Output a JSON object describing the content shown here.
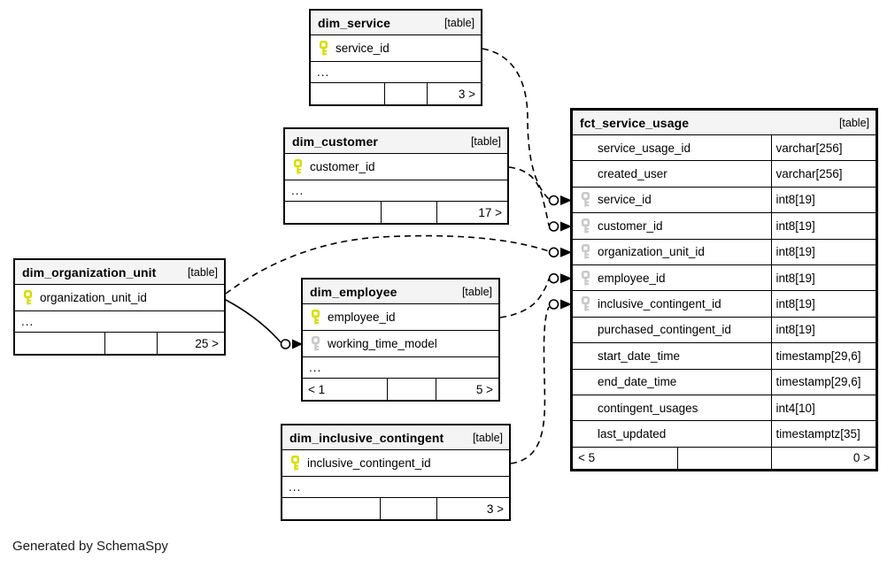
{
  "diagram": {
    "footer_note": "Generated by SchemaSpy",
    "colors": {
      "primary_key": "#d6de00",
      "foreign_key": "#c8c8c8",
      "header_bg": "#f4f4f4",
      "border": "#000000",
      "background": "#ffffff"
    },
    "tables": [
      {
        "id": "dim_service",
        "name": "dim_service",
        "badge": "[table]",
        "columns": [
          {
            "name": "service_id",
            "key": "primary"
          }
        ],
        "more": "...",
        "footer": {
          "left": "",
          "middle": "",
          "right": "3 >"
        }
      },
      {
        "id": "dim_customer",
        "name": "dim_customer",
        "badge": "[table]",
        "columns": [
          {
            "name": "customer_id",
            "key": "primary"
          }
        ],
        "more": "...",
        "footer": {
          "left": "",
          "middle": "",
          "right": "17 >"
        }
      },
      {
        "id": "dim_organization_unit",
        "name": "dim_organization_unit",
        "badge": "[table]",
        "columns": [
          {
            "name": "organization_unit_id",
            "key": "primary"
          }
        ],
        "more": "...",
        "footer": {
          "left": "",
          "middle": "",
          "right": "25 >"
        }
      },
      {
        "id": "dim_employee",
        "name": "dim_employee",
        "badge": "[table]",
        "columns": [
          {
            "name": "employee_id",
            "key": "primary"
          },
          {
            "name": "working_time_model",
            "key": "foreign"
          }
        ],
        "more": "...",
        "footer": {
          "left": "< 1",
          "middle": "",
          "right": "5 >"
        }
      },
      {
        "id": "dim_inclusive_contingent",
        "name": "dim_inclusive_contingent",
        "badge": "[table]",
        "columns": [
          {
            "name": "inclusive_contingent_id",
            "key": "primary"
          }
        ],
        "more": "...",
        "footer": {
          "left": "",
          "middle": "",
          "right": "3 >"
        }
      },
      {
        "id": "fct_service_usage",
        "name": "fct_service_usage",
        "badge": "[table]",
        "columns": [
          {
            "name": "service_usage_id",
            "type": "varchar[256]"
          },
          {
            "name": "created_user",
            "type": "varchar[256]"
          },
          {
            "name": "service_id",
            "type": "int8[19]",
            "key": "foreign"
          },
          {
            "name": "customer_id",
            "type": "int8[19]",
            "key": "foreign"
          },
          {
            "name": "organization_unit_id",
            "type": "int8[19]",
            "key": "foreign"
          },
          {
            "name": "employee_id",
            "type": "int8[19]",
            "key": "foreign"
          },
          {
            "name": "inclusive_contingent_id",
            "type": "int8[19]",
            "key": "foreign"
          },
          {
            "name": "purchased_contingent_id",
            "type": "int8[19]"
          },
          {
            "name": "start_date_time",
            "type": "timestamp[29,6]"
          },
          {
            "name": "end_date_time",
            "type": "timestamp[29,6]"
          },
          {
            "name": "contingent_usages",
            "type": "int4[10]"
          },
          {
            "name": "last_updated",
            "type": "timestamptz[35]"
          }
        ],
        "footer": {
          "left": "< 5",
          "middle": "",
          "right": "0 >"
        }
      }
    ],
    "relationships": [
      {
        "from": "dim_service.service_id",
        "to": "fct_service_usage.service_id",
        "style": "dashed"
      },
      {
        "from": "dim_customer.customer_id",
        "to": "fct_service_usage.customer_id",
        "style": "dashed"
      },
      {
        "from": "dim_organization_unit.organization_unit_id",
        "to": "fct_service_usage.organization_unit_id",
        "style": "dashed"
      },
      {
        "from": "dim_employee.employee_id",
        "to": "fct_service_usage.employee_id",
        "style": "dashed"
      },
      {
        "from": "dim_inclusive_contingent.inclusive_contingent_id",
        "to": "fct_service_usage.inclusive_contingent_id",
        "style": "dashed"
      },
      {
        "from": "dim_organization_unit.organization_unit_id",
        "to": "dim_employee.working_time_model",
        "style": "solid"
      }
    ]
  }
}
